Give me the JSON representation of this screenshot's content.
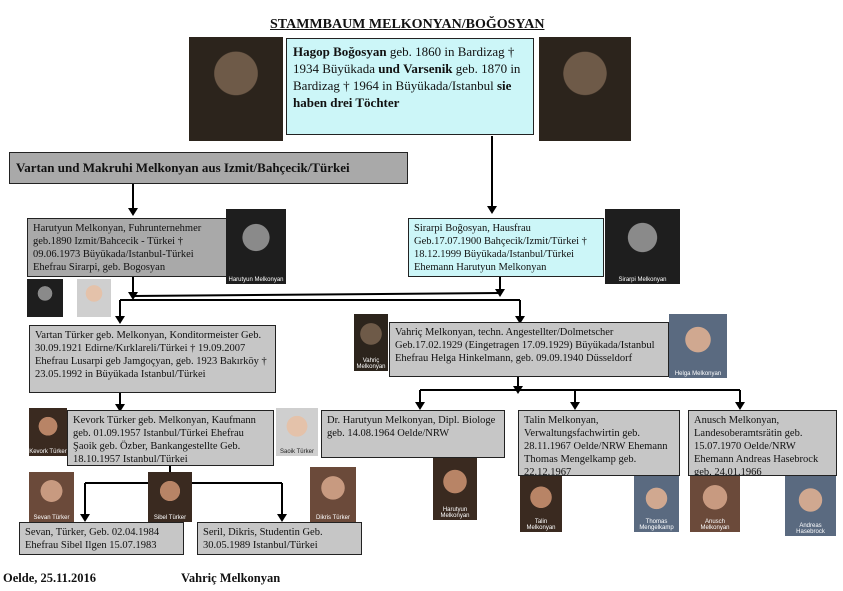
{
  "title": "STAMMBAUM MELKONYAN/BOĞOSYAN",
  "root": {
    "name1": "Hagop Boğosyan",
    "text1": " geb. 1860 in Bardizag † 1934 Büyükada ",
    "und": "und",
    "name2": "Varsenik",
    "text2": " geb. 1870 in Bardizag † 1964 in Büyükada/Istanbul ",
    "tail": "sie haben drei Töchter"
  },
  "vartan_makruhi": "Vartan und Makruhi Melkonyan aus Izmit/Bahçecik/Türkei",
  "harutyun": "Harutyun Melkonyan, Fuhrunternehmer geb.1890 Izmit/Bahcecik - Türkei † 09.06.1973 Büyükada/Istanbul-Türkei Ehefrau Sirarpi, geb. Bogosyan",
  "sirarpi": "Sirarpi Boğosyan, Hausfrau Geb.17.07.1900 Bahçecik/Izmit/Türkei † 18.12.1999 Büyükada/Istanbul/Türkei Ehemann Harutyun Melkonyan",
  "vartan_turker": "Vartan Türker geb. Melkonyan, Konditormeister Geb. 30.09.1921 Edirne/Kırklareli/Türkei † 19.09.2007 Ehefrau Lusarpi geb Jamgoçyan, geb. 1923 Bakırköy † 23.05.1992 in Büyükada Istanbul/Türkei",
  "vahric": "Vahriç Melkonyan, techn. Angestellter/Dolmetscher Geb.17.02.1929 (Eingetragen 17.09.1929) Büyükada/Istanbul Ehefrau Helga Hinkelmann, geb. 09.09.1940 Düsseldorf",
  "kevork": "Kevork Türker geb. Melkonyan, Kaufmann geb. 01.09.1957 Istanbul/Türkei Ehefrau Şaoik geb. Özber, Bankangestellte Geb. 18.10.1957 Istanbul/Türkei",
  "harutyun_jr": "Dr. Harutyun Melkonyan, Dipl. Biologe geb. 14.08.1964 Oelde/NRW",
  "talin": "Talin Melkonyan, Verwaltungsfachwirtin geb. 28.11.1967 Oelde/NRW Ehemann Thomas Mengelkamp geb. 22.12.1967",
  "anusch": "Anusch Melkonyan, Landesoberamtsrätin geb. 15.07.1970 Oelde/NRW Ehemann Andreas Hasebrock geb. 24.01.1966",
  "sevan": "Sevan, Türker, Geb. 02.04.1984 Ehefrau Sibel Ilgen 15.07.1983",
  "seril": "Seril, Dikris, Studentin Geb. 30.05.1989 Istanbul/Türkei",
  "captions": {
    "harutyun": "Harutyun Melkonyan",
    "sirarpi": "Sirarpi Melkonyan",
    "vahric": "Vahriç Melkonyan",
    "helga": "Helga Melkonyan",
    "kevork": "Kevork Türker",
    "saoik": "Saoik Türker",
    "sevan": "Sevan Türker",
    "sibel": "Sibel Türker",
    "dikris": "Dikris Türker",
    "harutyun_jr": "Harutyun Melkonyan",
    "talin": "Talin Melkonyan",
    "thomas": "Thomas Mengelkamp",
    "anusch": "Anusch Melkonyan",
    "andreas": "Andreas Hasebrock"
  },
  "footer": {
    "place_date": "Oelde, 25.11.2016",
    "author": "Vahriç Melkonyan"
  }
}
